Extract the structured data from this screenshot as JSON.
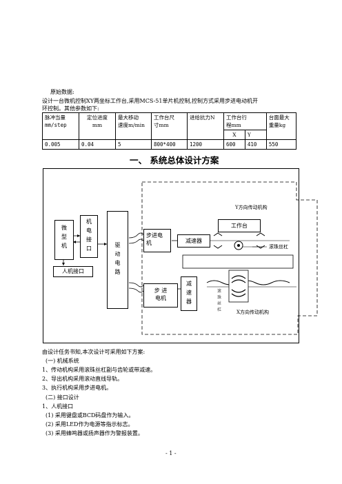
{
  "intro": {
    "label": "原始数据:",
    "line1": "设计一台微机控制XY两坐标工作台,采用MCS-51单片机控制,控制方式采用步进电动机开",
    "line2": "环控制。其他参数如下:"
  },
  "params_table": {
    "headers": [
      [
        "脉冲当量",
        "mm/step"
      ],
      [
        "定位进度",
        "mm"
      ],
      [
        "最大移动",
        "速度m/min"
      ],
      [
        "工作台尺",
        "寸mm"
      ],
      [
        "进给抗力N"
      ],
      [
        "工作台行",
        "程mm"
      ],
      [
        "台面最大",
        "重量kg"
      ]
    ],
    "sub_headers": [
      "X",
      "Y"
    ],
    "values": [
      "0.005",
      "0.04",
      "5",
      "800*400",
      "1200",
      "600",
      "410",
      "550"
    ]
  },
  "section_title": "一、  系统总体设计方案",
  "diagram": {
    "micro": [
      "微",
      "型",
      "机"
    ],
    "iface": [
      "机",
      "电",
      "接",
      "口"
    ],
    "driver": [
      "驱",
      "动",
      "电",
      "路"
    ],
    "hmi": "人机接口",
    "stepper_top": [
      "步进电",
      "机"
    ],
    "reducer_top": "减速器",
    "worktable": "工作台",
    "y_mech": "Y方向传动机构",
    "ballscrew": "滚珠丝杠",
    "stepper_bottom": [
      "步 进",
      "电机"
    ],
    "reducer_bottom": [
      "减",
      "速",
      "器"
    ],
    "ballscrew_vertical": [
      "滚",
      "珠",
      "丝",
      "杠"
    ],
    "x_mech": "X方向传动机构"
  },
  "after": {
    "intro": "由设计任务书知,本次设计可采用如下方案:",
    "s1": "(一)  机械系统",
    "m1": "1、传动机构采用滚珠丝杠副与齿轮或带减速。",
    "m2": "2、导出机构采用滚动直线导轨。",
    "m3": "3、执行机构采用步进电机。",
    "s2": "(二)  接口设计",
    "i1": "1、人机接口",
    "i2": "(1)   采用键盘或BCD码盘作为输入。",
    "i3": "(2)   采用LED作为电源等指示标志。",
    "i4": "(3)   采用蜂鸣器或扬声器作为警报装置。"
  },
  "page_number": "- 1 -"
}
